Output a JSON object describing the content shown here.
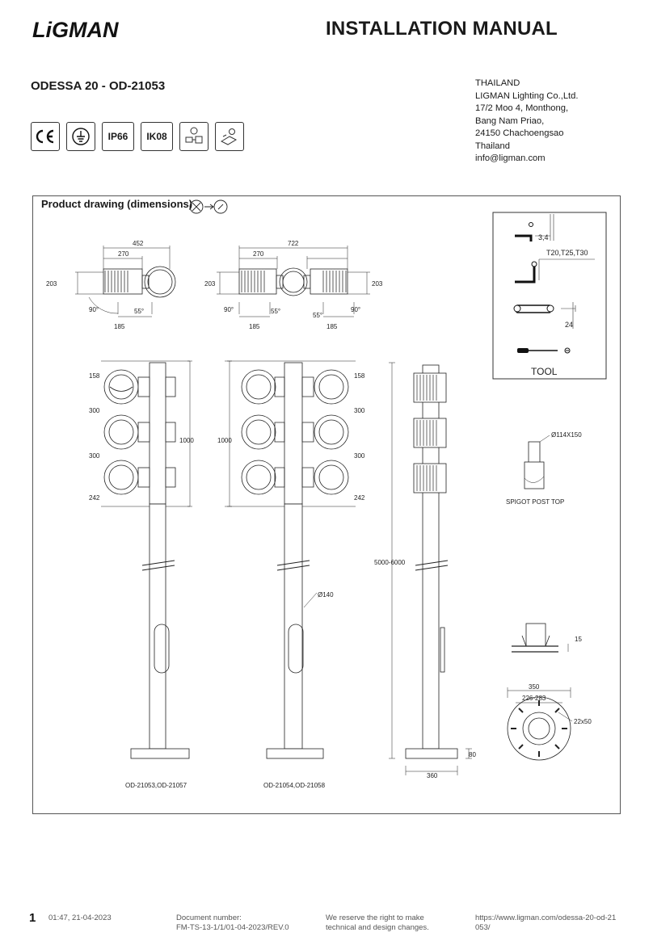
{
  "header": {
    "brand": "LiGMAN",
    "title": "INSTALLATION MANUAL",
    "product": "ODESSA 20 - OD-21053"
  },
  "address": {
    "lines": [
      "THAILAND",
      "LIGMAN Lighting Co.,Ltd.",
      "17/2 Moo 4, Monthong,",
      "Bang Nam Priao,",
      "24150 Chachoengsao",
      "Thailand",
      "info@ligman.com"
    ]
  },
  "certifications": [
    {
      "icon": "ce-mark-icon"
    },
    {
      "icon": "earth-ground-icon"
    },
    {
      "label": "IP66"
    },
    {
      "label": "IK08"
    },
    {
      "icon": "driver-icon"
    },
    {
      "icon": "installation-icon"
    }
  ],
  "drawing": {
    "title": "Product drawing (dimensions)",
    "dims": {
      "top_left_width": "452",
      "top_left_inner": "270",
      "top_left_height": "203",
      "top_left_bottom": "185",
      "angle_90": "90°",
      "angle_55": "55°",
      "top_right_width": "722",
      "top_right_inner": "270",
      "top_right_height": "203",
      "top_right_bottom": "185",
      "pitch_158": "158",
      "pitch_300a": "300",
      "pitch_300b": "300",
      "pitch_242": "242",
      "height_1000": "1000",
      "pole_height": "5000-6000",
      "pole_diameter": "Ø140",
      "base_width": "360",
      "base_height": "80",
      "spigot": "Ø114X150",
      "plate_thickness": "15",
      "plate_dia": "350",
      "plate_pcd": "226-283",
      "plate_slot": "22x50"
    },
    "labels": {
      "spigot_post_top": "SPIGOT POST TOP",
      "model_left": "OD-21053,OD-21057",
      "model_mid": "OD-21054,OD-21058"
    },
    "tools": {
      "title": "TOOL",
      "allen": "3,4",
      "torx": "T20,T25,T30",
      "wrench": "24"
    }
  },
  "footer": {
    "page_number": "1",
    "timestamp": "01:47, 21-04-2023",
    "doc_label": "Document number:",
    "doc_number": "FM-TS-13-1/1/01-04-2023/REV.0",
    "reserve_line1": "We reserve the right to make",
    "reserve_line2": "technical and design changes.",
    "url_line1": "https://www.ligman.com/odessa-20-od-21",
    "url_line2": "053/"
  }
}
